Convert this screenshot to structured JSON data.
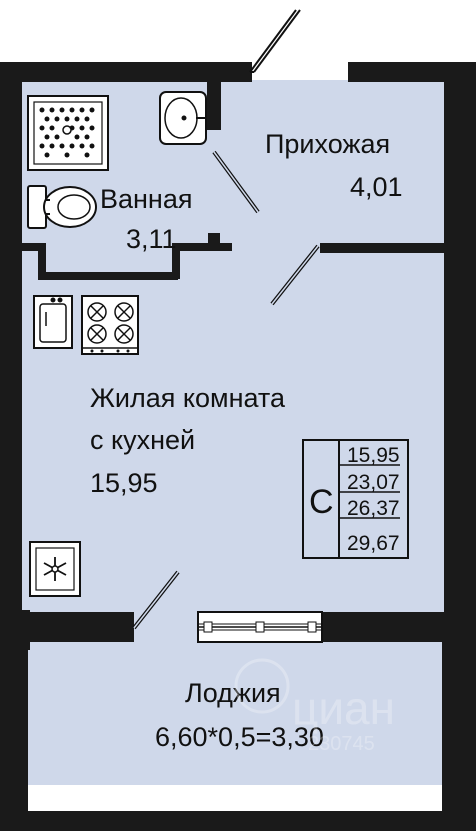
{
  "colors": {
    "wall": "#1a1a1a",
    "floor": "#cfd8ea",
    "door": "#111111"
  },
  "rooms": {
    "hallway": {
      "name": "Прихожая",
      "area": "4,01"
    },
    "bathroom": {
      "name": "Ванная",
      "area": "3,11"
    },
    "living": {
      "name_line1": "Жилая комната",
      "name_line2": "с кухней",
      "area": "15,95"
    },
    "loggia": {
      "name": "Лоджия",
      "area": "6,60*0,5=3,30"
    }
  },
  "summary": {
    "letter": "С",
    "values": [
      "15,95",
      "23,07",
      "26,37",
      "29,67"
    ]
  },
  "watermark": {
    "text": "циан",
    "id": "230745"
  },
  "icons": [
    "shower-tray-icon",
    "sink-icon",
    "toilet-icon",
    "stove-icon",
    "kitchen-sink-icon",
    "fridge-icon",
    "window-icon"
  ]
}
